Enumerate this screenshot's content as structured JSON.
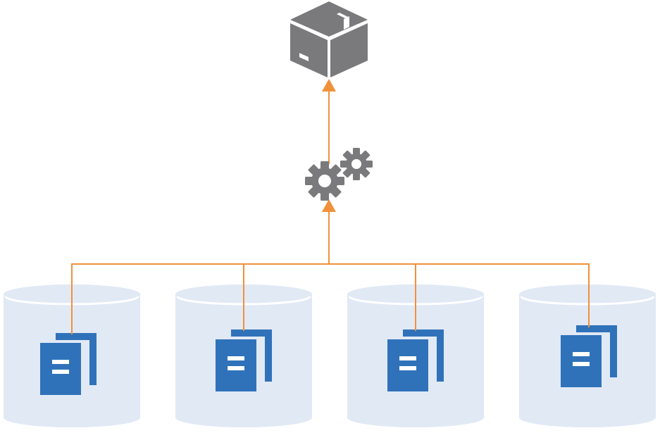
{
  "colors": {
    "background": "#ffffff",
    "connector": "#f0913a",
    "icon_gray": "#7a7a7c",
    "cylinder_body": "#e1e9f5",
    "cylinder_rim": "#ffffff",
    "document_blue": "#2f72ba"
  },
  "nodes": {
    "output": {
      "icon": "package-icon"
    },
    "processor": {
      "icon": "gears-icon"
    },
    "sources": [
      {
        "icon": "database-icon",
        "content_icon": "documents-icon"
      },
      {
        "icon": "database-icon",
        "content_icon": "documents-icon"
      },
      {
        "icon": "database-icon",
        "content_icon": "documents-icon"
      },
      {
        "icon": "database-icon",
        "content_icon": "documents-icon"
      }
    ]
  },
  "connections": [
    {
      "from": "sources",
      "to": "processor",
      "arrow": true
    },
    {
      "from": "processor",
      "to": "output",
      "arrow": true
    }
  ]
}
